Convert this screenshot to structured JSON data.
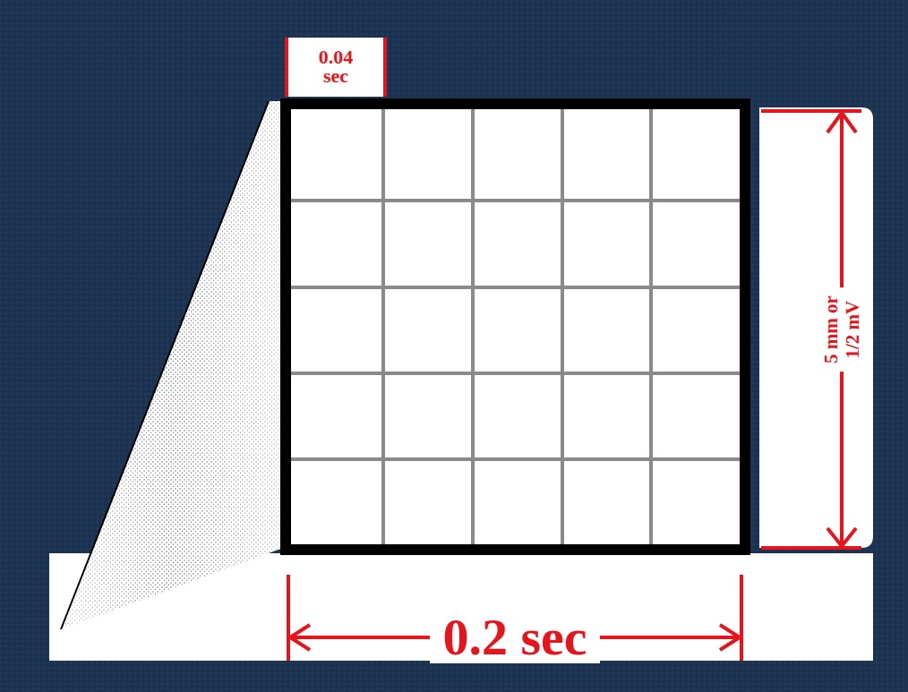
{
  "diagram": {
    "labels": [
      "0.04 sec",
      "5 mm or 1/2 mV",
      "0.2 sec"
    ]
  }
}
